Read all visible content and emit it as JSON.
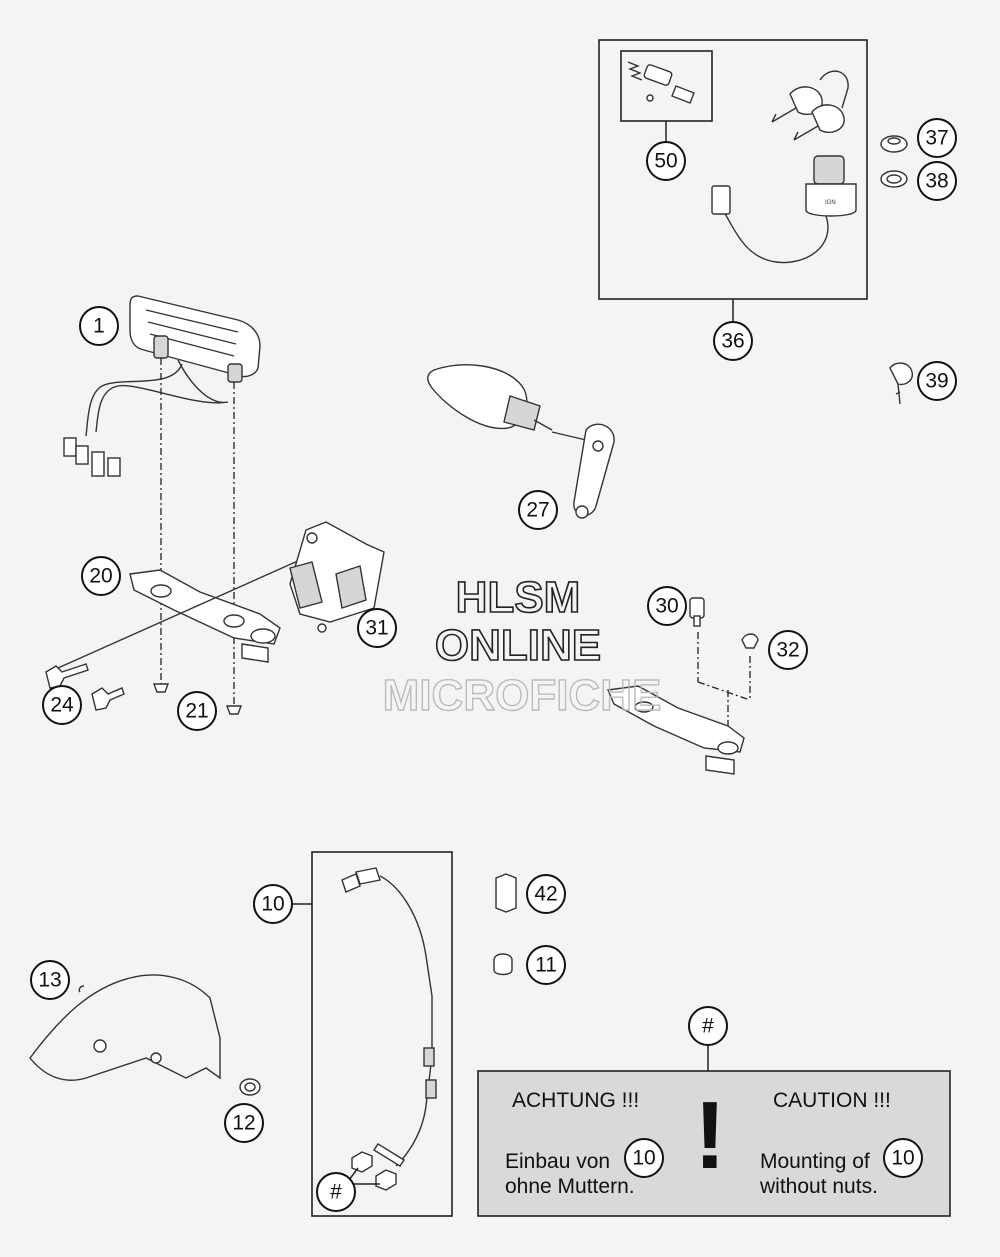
{
  "callouts": {
    "c1": "1",
    "c20": "20",
    "c24": "24",
    "c21": "21",
    "c31": "31",
    "c27": "27",
    "c36": "36",
    "c50": "50",
    "c37": "37",
    "c38": "38",
    "c39": "39",
    "c30": "30",
    "c32": "32",
    "c10": "10",
    "c42": "42",
    "c11": "11",
    "c13": "13",
    "c12": "12",
    "c_hash_nuts": "#",
    "c_hash_note": "#"
  },
  "watermark": {
    "line1": "HLSM",
    "line2": "ONLINE",
    "line3": "MICROFICHE"
  },
  "note": {
    "de_heading": "ACHTUNG !!!",
    "de_line1": "Einbau von",
    "de_ref": "10",
    "de_line2": "ohne Muttern.",
    "exclamation": "!",
    "en_heading": "CAUTION !!!",
    "en_line1": "Mounting of",
    "en_ref": "10",
    "en_line2": "without nuts."
  },
  "colors": {
    "background": "#f4f4f4",
    "note_fill": "#d9d9d9",
    "line": "#222222"
  }
}
